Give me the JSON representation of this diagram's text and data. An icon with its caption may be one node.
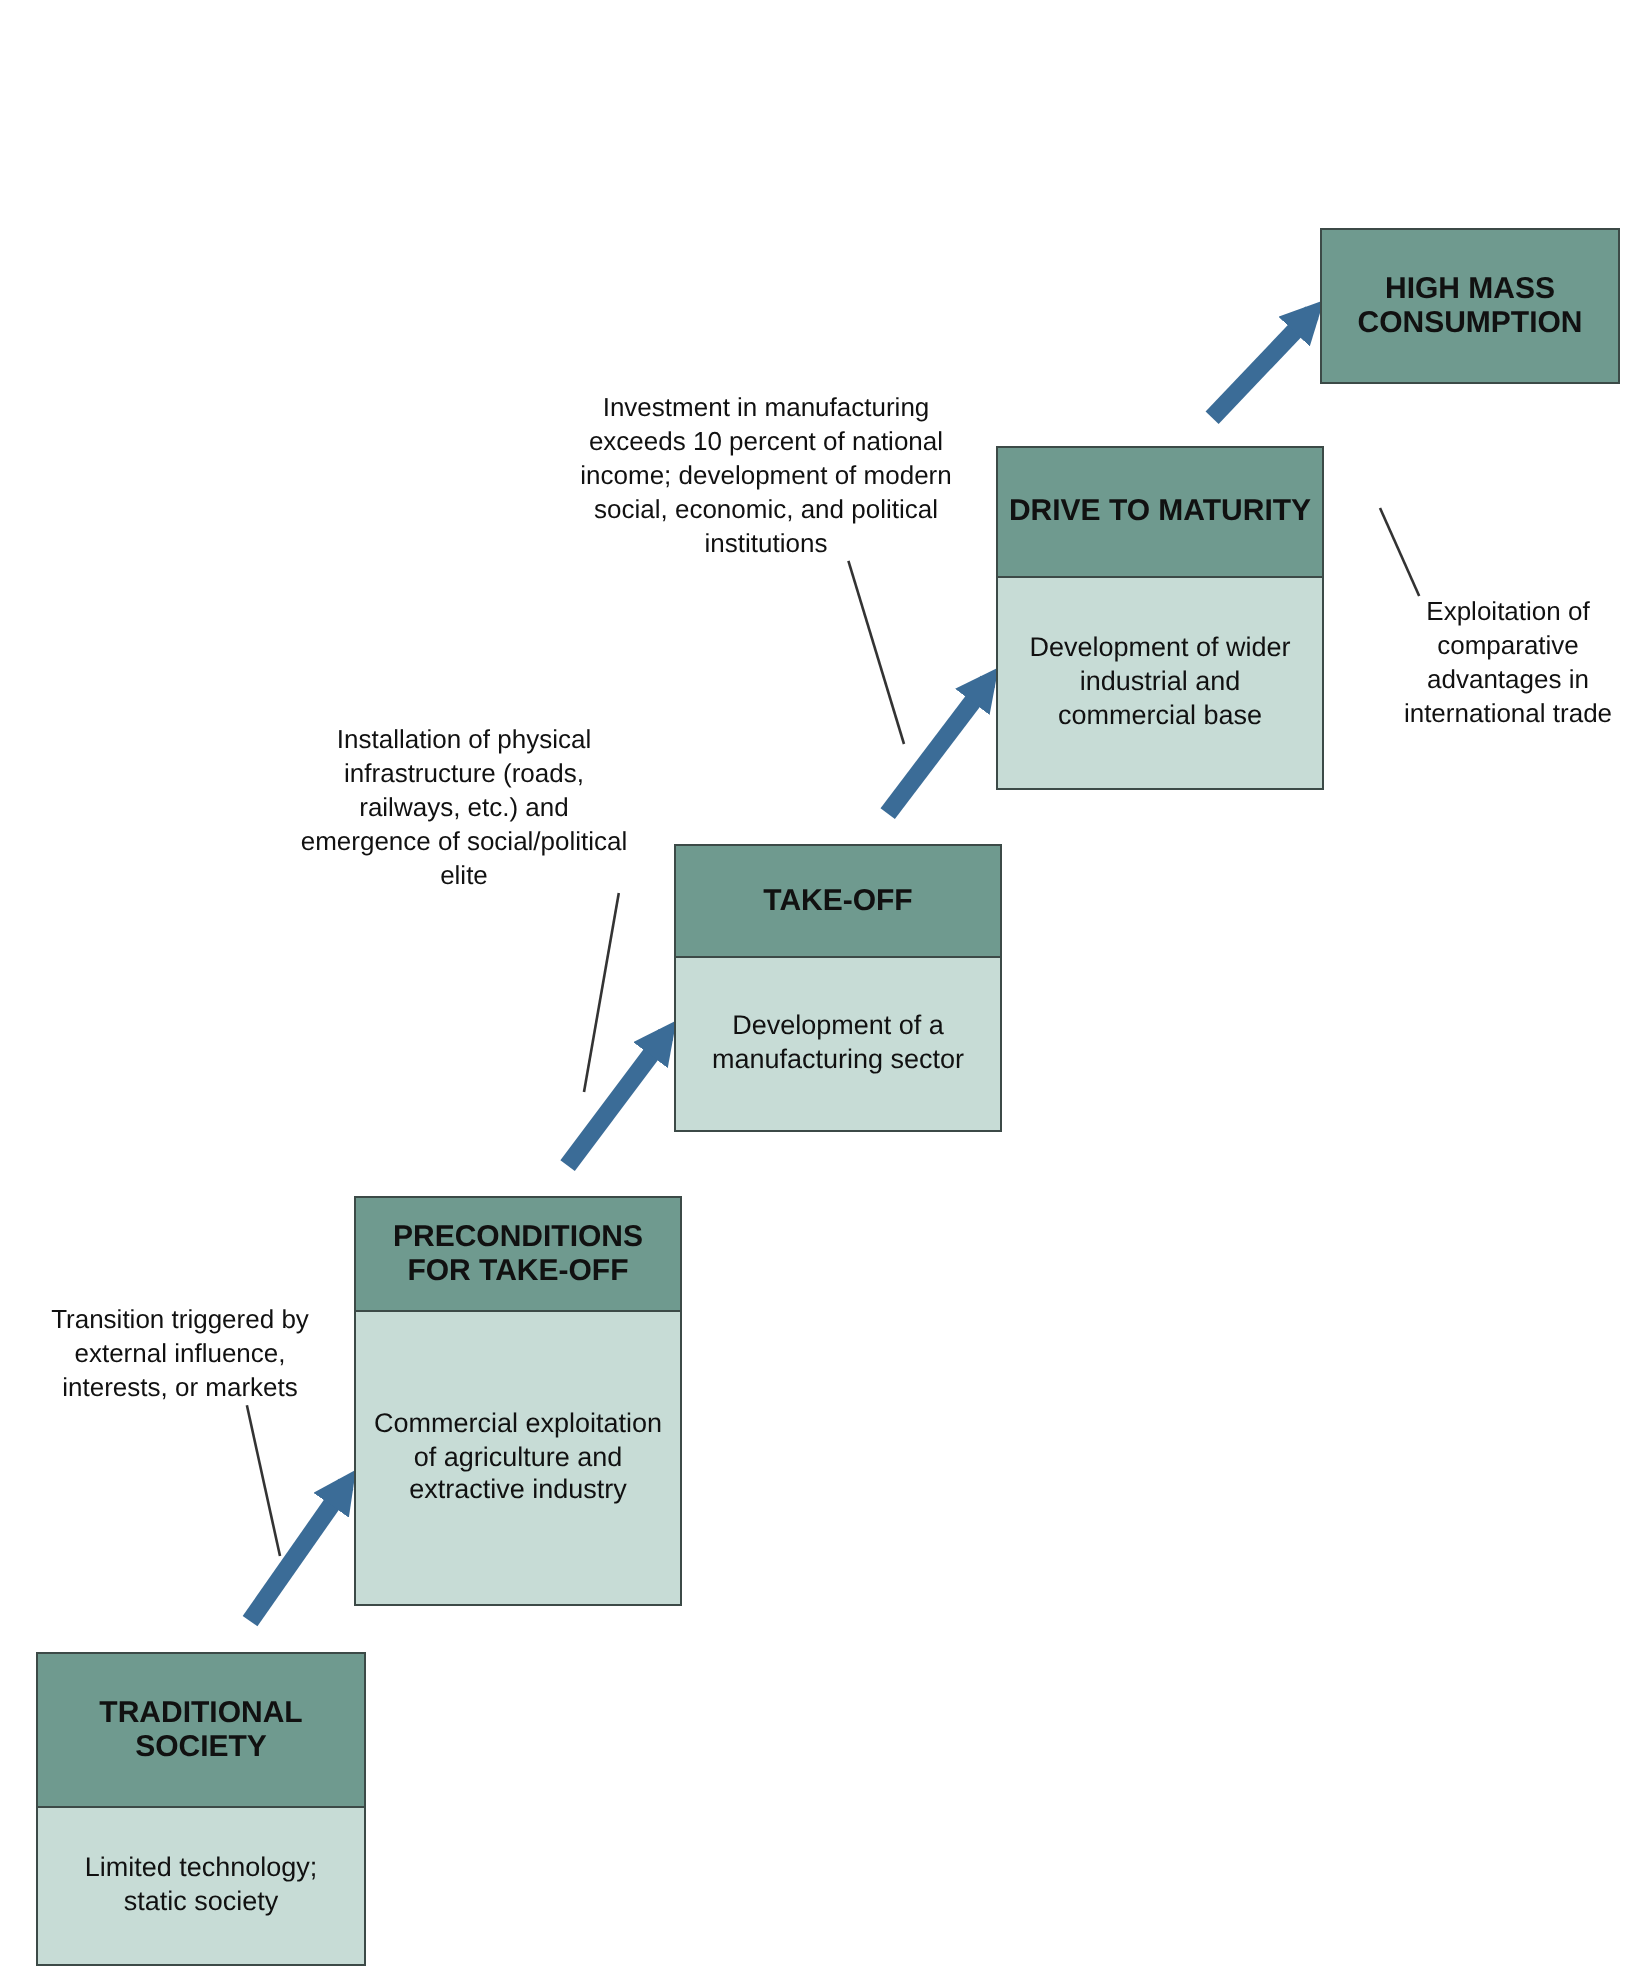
{
  "diagram": {
    "nodes": [
      {
        "text": [
          "TRADITIONAL SOCIETY",
          "Limited technology; static society"
        ]
      },
      {
        "text": [
          "PRECONDITIONS FOR TAKE-OFF",
          "Commercial exploitation of agriculture and extractive industry"
        ]
      },
      {
        "text": [
          "TAKE-OFF",
          "Development of a manufacturing sector"
        ]
      },
      {
        "text": [
          "DRIVE TO MATURITY",
          "Development of wider industrial and commercial base"
        ]
      },
      {
        "text": [
          "HIGH MASS CONSUMPTION"
        ]
      },
      {
        "text": [
          "Transition triggered by external influence, interests, or markets"
        ]
      },
      {
        "text": [
          "Installation of physical infrastructure (roads, railways, etc.) and emergence of social/political elite"
        ]
      },
      {
        "text": [
          "Investment in manufacturing exceeds 10 percent of national income; development of modern social, economic, and political institutions"
        ]
      },
      {
        "text": [
          "Exploitation of comparative advantages in international trade"
        ]
      }
    ],
    "edges": [
      {
        "from": 0,
        "to": 1,
        "arrow": "to",
        "style": "thick"
      },
      {
        "from": 1,
        "to": 2,
        "arrow": "to",
        "style": "thick"
      },
      {
        "from": 2,
        "to": 3,
        "arrow": "to",
        "style": "thick"
      },
      {
        "from": 3,
        "to": 4,
        "arrow": "to",
        "style": "thick"
      },
      {
        "from": 5,
        "to": null,
        "arrow": "none",
        "color": "#333333"
      },
      {
        "from": 6,
        "to": null,
        "arrow": "none",
        "color": "#333333"
      },
      {
        "from": 7,
        "to": null,
        "arrow": "none",
        "color": "#333333"
      },
      {
        "from": 8,
        "to": null,
        "arrow": "none",
        "color": "#333333"
      }
    ]
  }
}
